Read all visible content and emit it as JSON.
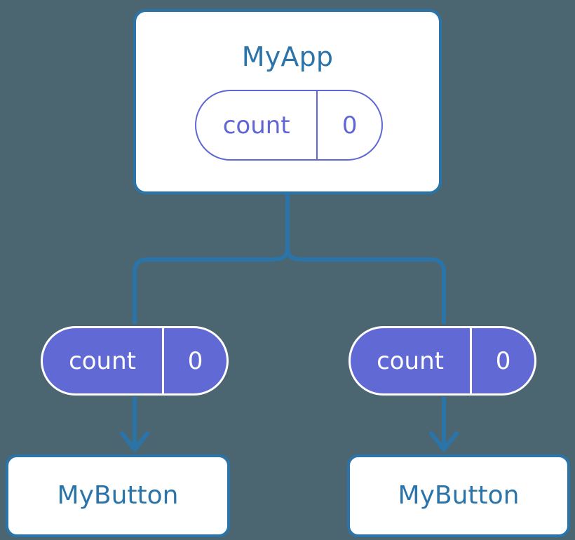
{
  "diagram": {
    "type": "component-tree",
    "title": "MyApp component state / props flow",
    "background_color": "#4c6671",
    "colors": {
      "card_border": "#2a74aa",
      "card_text": "#2a74aa",
      "card_fill": "#ffffff",
      "pill_outline": "#5f68d2",
      "pill_fill": "#6069d4",
      "pill_fill_text": "#ffffff",
      "connector": "#2a74aa"
    }
  },
  "parent": {
    "title": "MyApp",
    "state": {
      "key": "count",
      "value": "0"
    }
  },
  "props": [
    {
      "key": "count",
      "value": "0"
    },
    {
      "key": "count",
      "value": "0"
    }
  ],
  "children": [
    {
      "title": "MyButton"
    },
    {
      "title": "MyButton"
    }
  ],
  "connectors": {
    "trunk_label": "parent-to-branch-trunk",
    "branch_label": "branch-horizontal-rail",
    "arrow_left_label": "props-to-child-arrow-left",
    "arrow_right_label": "props-to-child-arrow-right"
  }
}
